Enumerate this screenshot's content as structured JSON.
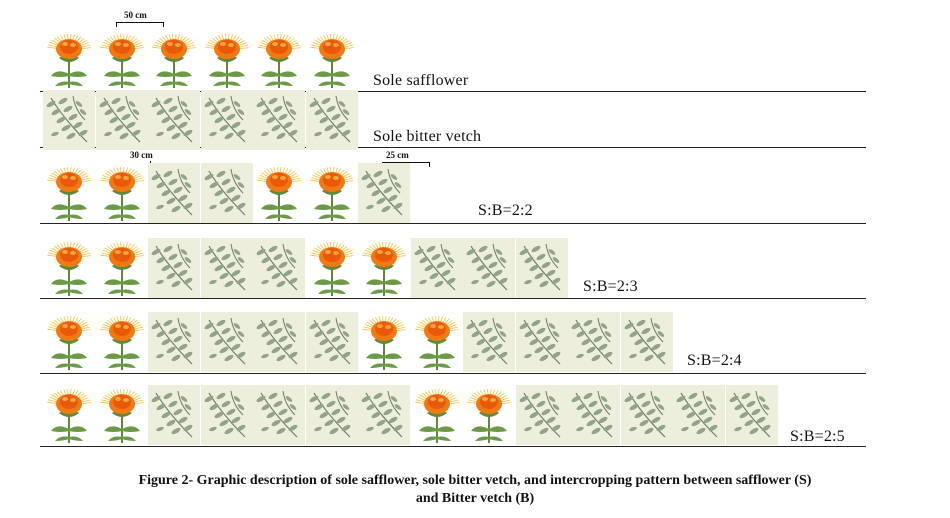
{
  "rows": [
    {
      "label": "Sole safflower",
      "pattern": "SSSSSS"
    },
    {
      "label": "Sole bitter vetch",
      "pattern": "BBBBBB"
    },
    {
      "label": "S:B=2:2",
      "pattern": "SSBBSSB"
    },
    {
      "label": "S:B=2:3",
      "pattern": "SSBBBSSBBB"
    },
    {
      "label": "S:B=2:4",
      "pattern": "SSBBBBSSBBBB"
    },
    {
      "label": "S:B=2:5",
      "pattern": "SSBBBBBSSBBBBB"
    }
  ],
  "dimensions": {
    "safflower_spacing": "50 cm",
    "intercrop_gap": "30 cm",
    "vetch_spacing": "25 cm"
  },
  "caption": {
    "line1": "Figure 2- Graphic description of sole safflower, sole bitter vetch, and intercropping pattern between safflower (S)",
    "line2": "and Bitter vetch (B)"
  },
  "colors": {
    "petal_outer": "#f07a12",
    "petal_inner": "#e85a0a",
    "spike": "#f4c040",
    "stem": "#5f8a3c",
    "leaf": "#6a9a45",
    "vetch_bg": "#eeeedd",
    "vetch_leaf": "#8fa48a",
    "line": "#222222"
  }
}
